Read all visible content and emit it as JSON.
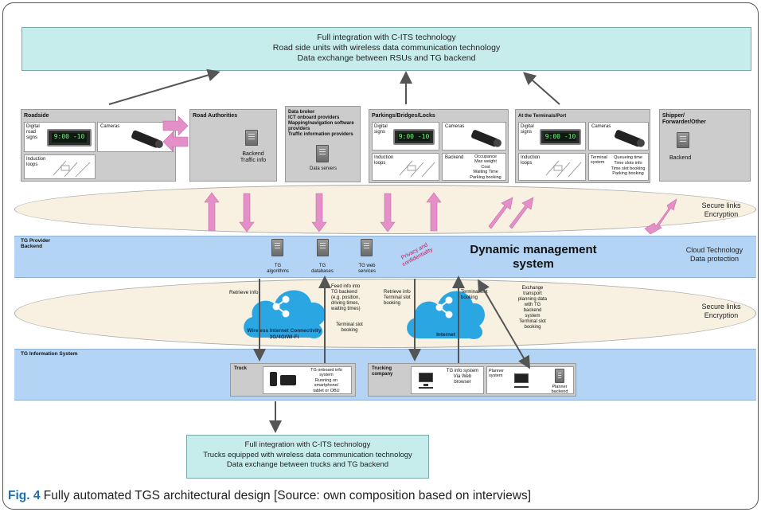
{
  "top_box": {
    "lines": [
      "Full integration with C-ITS technology",
      "Road side units with wireless data communication technology",
      "Data exchange between RSUs and TG backend"
    ]
  },
  "roadside": {
    "title": "Roadside",
    "digital_road_signs": "Digital road signs",
    "cameras": "Cameras",
    "induction_loops": "Induction loops",
    "sign_text": "9:00 -10"
  },
  "road_authorities": {
    "title": "Road Authorities",
    "backend": "Backend",
    "traffic_info": "Traffic info"
  },
  "data_broker": {
    "lines": [
      "Data broker",
      "ICT onboard providers",
      "Mapping/navigation software providers",
      "Traffic information providers"
    ],
    "servers": "Data servers"
  },
  "parkings": {
    "title": "Parkings/Bridges/Locks",
    "digital_signs": "Digital signs",
    "cameras": "Cameras",
    "induction_loops": "Induction loops",
    "backend": "Backend",
    "backend_items": [
      "Occupance",
      "Max weight",
      "Cost",
      "Waiting Time",
      "Parking booking"
    ]
  },
  "terminals": {
    "title": "At the Terminals/Port",
    "digital_signs": "Digital signs",
    "cameras": "Cameras",
    "induction_loops": "Induction loops",
    "terminal_system": "Terminal system",
    "terminal_items": [
      "Queueing time",
      "Time slots info",
      "Time slot booking",
      "Parking booking"
    ]
  },
  "shipper": {
    "title": "Shipper/ Forwarder/Other",
    "backend": "Backend"
  },
  "secure_links_1": {
    "line1": "Secure links",
    "line2": "Encryption"
  },
  "tg_provider": {
    "title": "TG Provider Backend",
    "algorithms": "TG algorithms",
    "databases": "TG databases",
    "web_services": "TG web services",
    "privacy": "Privacy and confidentiality",
    "dms_line1": "Dynamic management",
    "dms_line2": "system",
    "cloud_line1": "Cloud Technology",
    "cloud_line2": "Data protection"
  },
  "secure_links_2": {
    "line1": "Secure links",
    "line2": "Encryption",
    "retrieve_info": "Retrieve info",
    "feed_info": [
      "Feed info into",
      "TG backend",
      "(e.g. position,",
      "driving times,",
      "waiting times)"
    ],
    "terminal_slot_booking_left": [
      "Terminal slot",
      "booking"
    ],
    "retrieve_terminal": [
      "Retrieve info",
      "Terminal slot",
      "booking"
    ],
    "terminal_slot_booking_mid": [
      "Terminal slot",
      "booking"
    ],
    "exchange": [
      "Exchange",
      "transport",
      "planning data",
      "with TG",
      "backend",
      "system",
      "Terminal slot",
      "booking"
    ],
    "cloud_left_label": [
      "Wireless Internet Connectivity",
      "3G/4G/Wi-Fi"
    ],
    "cloud_right_label": "Internet"
  },
  "tg_info_system": {
    "title": "TG Information System",
    "truck_title": "Truck",
    "truck_text": [
      "TG onboard info",
      "system",
      "Running on",
      "smartphone/",
      "tablet or OBU"
    ],
    "trucking_title": "Trucking company",
    "tg_info_web": [
      "TG info system",
      "Via Web",
      "browser"
    ],
    "planner_system": "Planner system",
    "planner_backend": "Planner backend"
  },
  "bottom_box": {
    "lines": [
      "Full integration with C-ITS technology",
      "Trucks equipped with wireless data communication technology",
      "Data exchange between trucks and TG backend"
    ]
  },
  "caption": {
    "label": "Fig. 4",
    "text": "Fully automated TGS architectural design [Source: own composition based on interviews]"
  },
  "colors": {
    "cyan": "#c7ecec",
    "gray": "#cccccc",
    "blue_band": "#b3d4f4",
    "ellipse": "#f8f1e1",
    "pink_arrow": "#e58fc8",
    "cloud": "#2aa6e3",
    "caption_blue": "#1f6fb2"
  }
}
